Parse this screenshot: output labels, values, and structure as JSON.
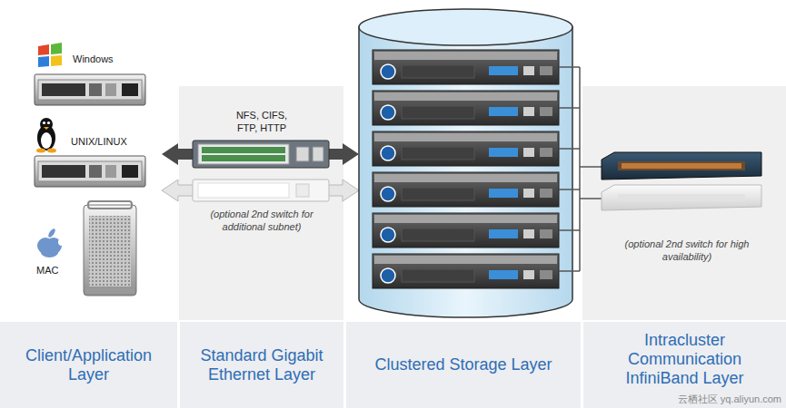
{
  "diagram": {
    "nodes": [
      {
        "text": [
          "Client/Application Layer"
        ]
      },
      {
        "text": [
          "Standard Gigabit Ethernet Layer"
        ]
      },
      {
        "text": [
          "Clustered Storage Layer"
        ]
      },
      {
        "text": [
          "Intracluster Communication InfiniBand Layer"
        ]
      }
    ],
    "labels": [
      "Windows",
      "UNIX/LINUX",
      "MAC",
      "NFS, CIFS, FTP, HTTP",
      "(optional 2nd switch for additional subnet)",
      "(optional 2nd switch for high availability)",
      "云栖社区 yq.aliyun.com"
    ]
  }
}
